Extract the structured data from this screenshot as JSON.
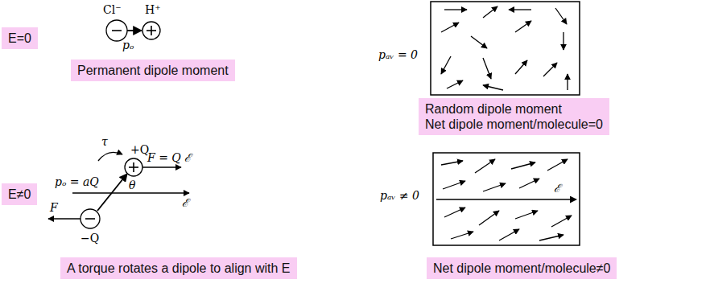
{
  "diagram": {
    "nodes": [
      {
        "text": [
          "E=0"
        ]
      },
      {
        "text": [
          "Permanent dipole moment"
        ]
      },
      {
        "text": [
          "Random dipole moment",
          "Net dipole moment/molecule=0"
        ]
      },
      {
        "text": [
          "E≠0"
        ]
      },
      {
        "text": [
          "A torque rotates a dipole to align with E"
        ]
      },
      {
        "text": [
          "Net dipole moment/molecule≠0"
        ]
      }
    ],
    "labels": [
      "Cl⁻",
      "H⁺",
      "pₒ",
      "pₐᵥ = 0",
      "τ",
      "+Q",
      "F = Q ℰ",
      "pₒ = aQ",
      "θ",
      "ℰ",
      "F",
      "−Q",
      "pₐᵥ ≠ 0",
      "ℰ"
    ]
  }
}
